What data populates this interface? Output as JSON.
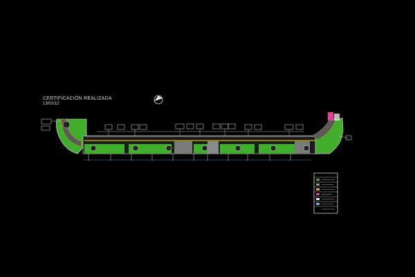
{
  "drawing": {
    "certification_label": "CERTIFICACIÓN REALIZADA",
    "certification_date": "13/02/12",
    "north_arrow_icon": "north-arrow-icon",
    "legend_icon": "legend-table",
    "colors": {
      "background": "#000000",
      "lawn": "#3fae2a",
      "paving": "#9a9a9a",
      "curb_yellow": "#e0c000",
      "accent_magenta": "#e040a0",
      "line_white": "#e8e8e8",
      "line_cyan": "#44c8ff"
    }
  }
}
